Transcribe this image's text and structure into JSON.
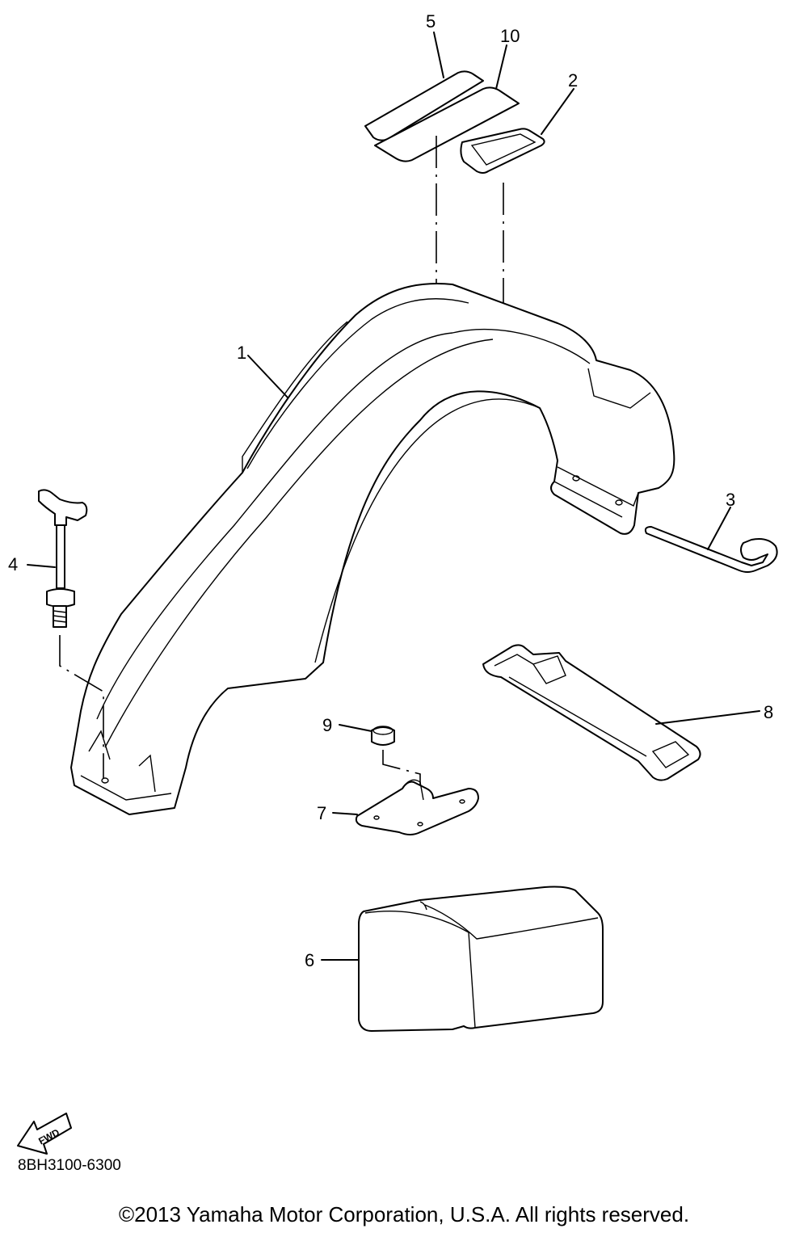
{
  "diagram": {
    "callouts": [
      {
        "id": "5",
        "label": "5"
      },
      {
        "id": "10",
        "label": "10"
      },
      {
        "id": "2",
        "label": "2"
      },
      {
        "id": "1",
        "label": "1"
      },
      {
        "id": "3",
        "label": "3"
      },
      {
        "id": "4",
        "label": "4"
      },
      {
        "id": "8",
        "label": "8"
      },
      {
        "id": "9",
        "label": "9"
      },
      {
        "id": "7",
        "label": "7"
      },
      {
        "id": "6",
        "label": "6"
      }
    ],
    "fwd_label": "FWD",
    "part_code": "8BH3100-6300",
    "copyright": "©2013 Yamaha Motor Corporation, U.S.A. All rights reserved."
  }
}
